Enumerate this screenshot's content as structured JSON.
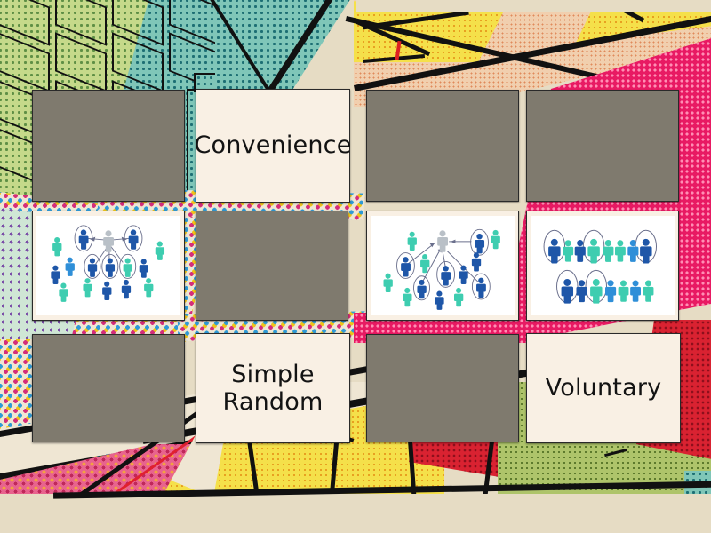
{
  "app": {
    "type": "matching-game-board",
    "rows": 3,
    "columns": 4,
    "background_theme": "pop-art-comic"
  },
  "colors": {
    "tile_back": "#7f7a6e",
    "tile_face": "#f9f0e4",
    "tile_border": "#2a2a2a",
    "text": "#131313",
    "figure_blue": "#1e56a8",
    "figure_light_blue": "#2f8fd8",
    "figure_teal": "#3ecdb0",
    "figure_gray": "#b9c0c7",
    "circle_outline": "#6a6f8c"
  },
  "tiles": [
    {
      "id": 1,
      "row": 1,
      "col": 1,
      "state": "face-down",
      "kind": "blank",
      "label": ""
    },
    {
      "id": 2,
      "row": 1,
      "col": 2,
      "state": "face-up",
      "kind": "text",
      "label": "Convenience"
    },
    {
      "id": 3,
      "row": 1,
      "col": 3,
      "state": "face-down",
      "kind": "blank",
      "label": ""
    },
    {
      "id": 4,
      "row": 1,
      "col": 4,
      "state": "face-down",
      "kind": "blank",
      "label": ""
    },
    {
      "id": 5,
      "row": 2,
      "col": 1,
      "state": "face-up",
      "kind": "image",
      "label": "",
      "image": "snowball-network-sampling-diagram"
    },
    {
      "id": 6,
      "row": 2,
      "col": 2,
      "state": "face-down",
      "kind": "blank",
      "label": ""
    },
    {
      "id": 7,
      "row": 2,
      "col": 3,
      "state": "face-up",
      "kind": "image",
      "label": "",
      "image": "snowball-referral-sampling-diagram"
    },
    {
      "id": 8,
      "row": 2,
      "col": 4,
      "state": "face-up",
      "kind": "image",
      "label": "",
      "image": "systematic-sampling-rows-diagram"
    },
    {
      "id": 9,
      "row": 3,
      "col": 1,
      "state": "face-down",
      "kind": "blank",
      "label": ""
    },
    {
      "id": 10,
      "row": 3,
      "col": 2,
      "state": "face-up",
      "kind": "text",
      "label": "Simple\nRandom"
    },
    {
      "id": 11,
      "row": 3,
      "col": 3,
      "state": "face-down",
      "kind": "blank",
      "label": ""
    },
    {
      "id": 12,
      "row": 3,
      "col": 4,
      "state": "face-up",
      "kind": "text",
      "label": "Voluntary"
    }
  ],
  "labels": {
    "convenience": "Convenience",
    "simple_random_line1": "Simple",
    "simple_random_line2": "Random",
    "voluntary": "Voluntary"
  }
}
